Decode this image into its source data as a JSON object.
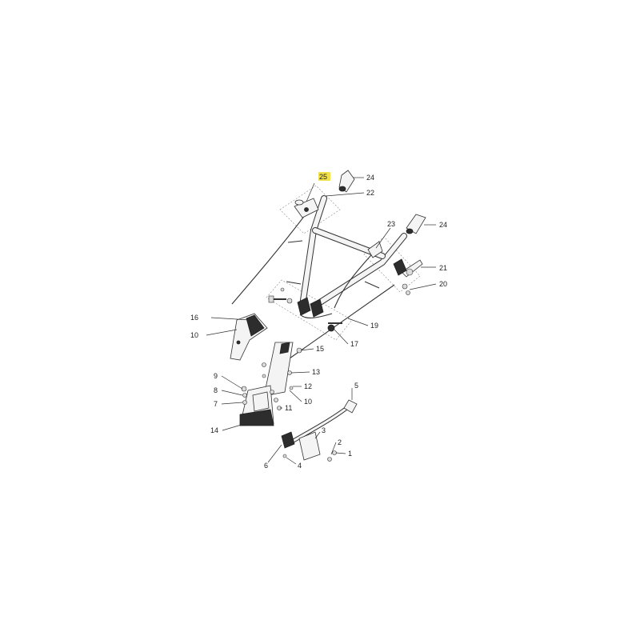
{
  "labels": {
    "l1": "1",
    "l2": "2",
    "l3": "3",
    "l4": "4",
    "l5": "5",
    "l6": "6",
    "l7": "7",
    "l8": "8",
    "l9": "9",
    "l10a": "10",
    "l10b": "10",
    "l11": "11",
    "l12": "12",
    "l13": "13",
    "l14": "14",
    "l15": "15",
    "l16": "16",
    "l17": "17",
    "l19": "19",
    "l20": "20",
    "l21": "21",
    "l22": "22",
    "l23": "23",
    "l24a": "24",
    "l24b": "24",
    "l25": "25"
  },
  "colors": {
    "highlight": "#f0e04a",
    "line": "#333333"
  }
}
